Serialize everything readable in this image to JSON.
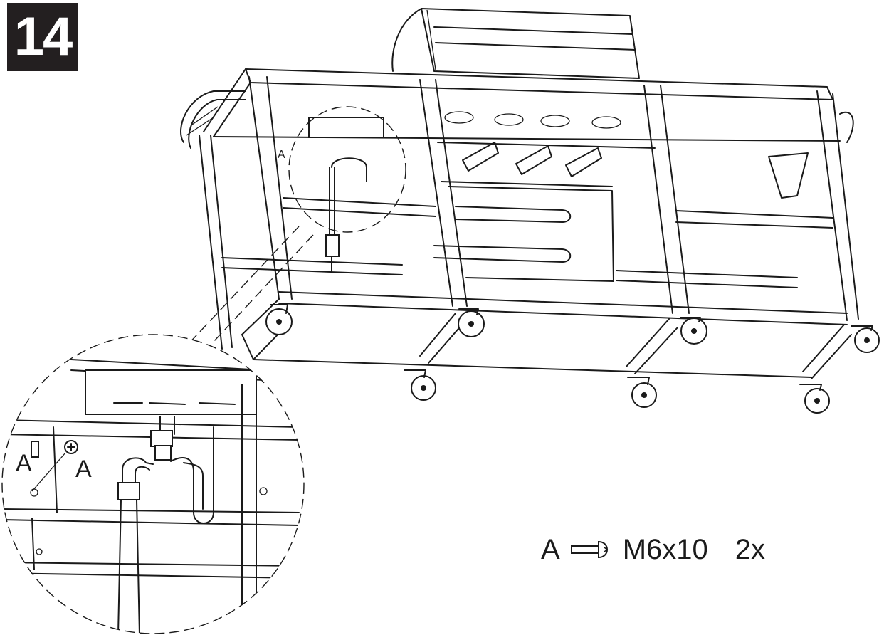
{
  "step": {
    "number": "14"
  },
  "callouts": {
    "left_label": "A",
    "right_label": "A",
    "overview_label": "A"
  },
  "parts_legend": {
    "label": "A",
    "size": "M6x10",
    "quantity": "2x"
  },
  "colors": {
    "ink": "#1a1a1a",
    "badge_bg": "#231f20",
    "badge_text": "#ffffff"
  }
}
